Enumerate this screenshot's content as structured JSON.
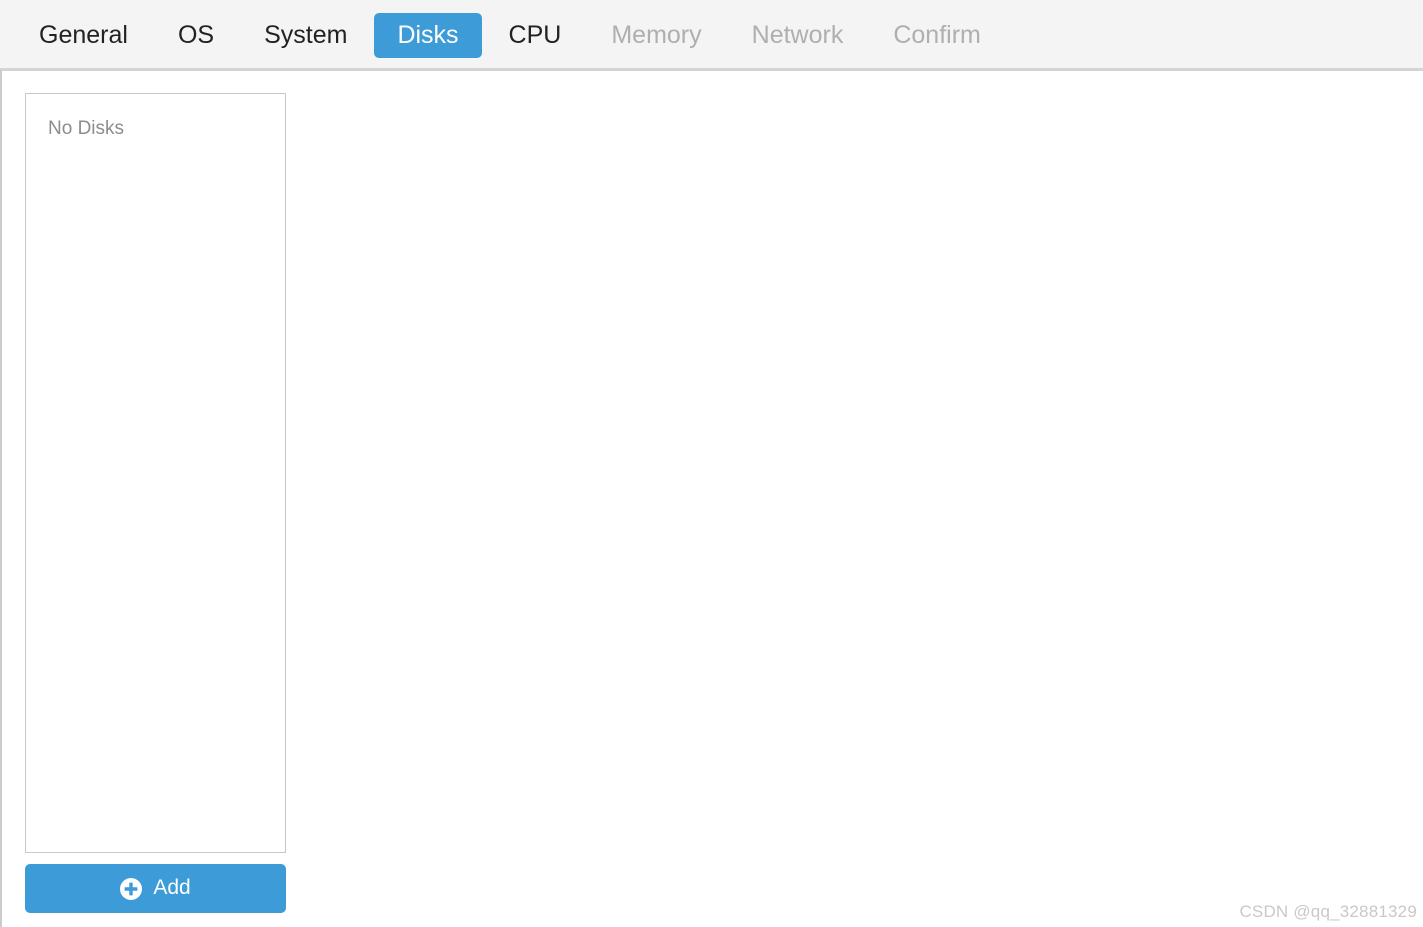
{
  "window": {
    "title": "Disks"
  },
  "tabbar": {
    "tabs": [
      {
        "label": "General",
        "state": "enabled"
      },
      {
        "label": "OS",
        "state": "enabled"
      },
      {
        "label": "System",
        "state": "enabled"
      },
      {
        "label": "Disks",
        "state": "active"
      },
      {
        "label": "CPU",
        "state": "enabled"
      },
      {
        "label": "Memory",
        "state": "disabled"
      },
      {
        "label": "Network",
        "state": "disabled"
      },
      {
        "label": "Confirm",
        "state": "disabled"
      }
    ],
    "background_color": "#f4f4f4",
    "active_color": "#3d9bd8",
    "disabled_text_color": "#b0aeae"
  },
  "main": {
    "disk_list": {
      "empty_text": "No Disks"
    },
    "add_button": {
      "label": "Add",
      "icon": "plus-circle-icon",
      "color": "#3d9bd8"
    }
  },
  "watermark": {
    "text": "CSDN @qq_32881329"
  }
}
